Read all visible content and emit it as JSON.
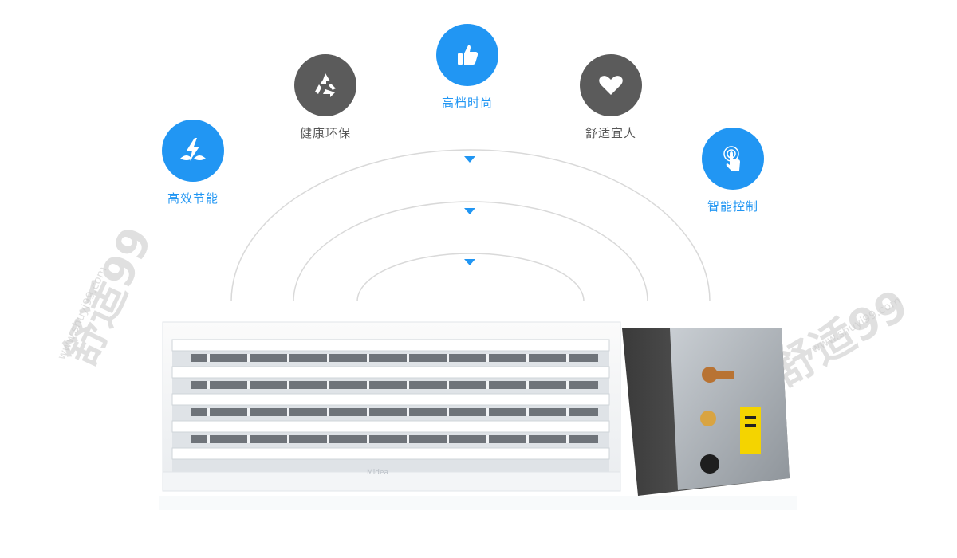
{
  "features": [
    {
      "label": "高效节能",
      "icon": "leaf-bolt-icon",
      "color": "#2196f3"
    },
    {
      "label": "健康环保",
      "icon": "recycle-icon",
      "color": "#5b5b5b"
    },
    {
      "label": "高档时尚",
      "icon": "thumbs-up-icon",
      "color": "#2196f3"
    },
    {
      "label": "舒适宜人",
      "icon": "heart-icon",
      "color": "#5b5b5b"
    },
    {
      "label": "智能控制",
      "icon": "touch-icon",
      "color": "#2196f3"
    }
  ],
  "colors": {
    "accent": "#2196f3",
    "neutral": "#5b5b5b",
    "label_neutral": "#555555"
  },
  "watermark": {
    "brand": "舒适99",
    "url": "www.shuyi99.com"
  },
  "product_brand": "Midea"
}
